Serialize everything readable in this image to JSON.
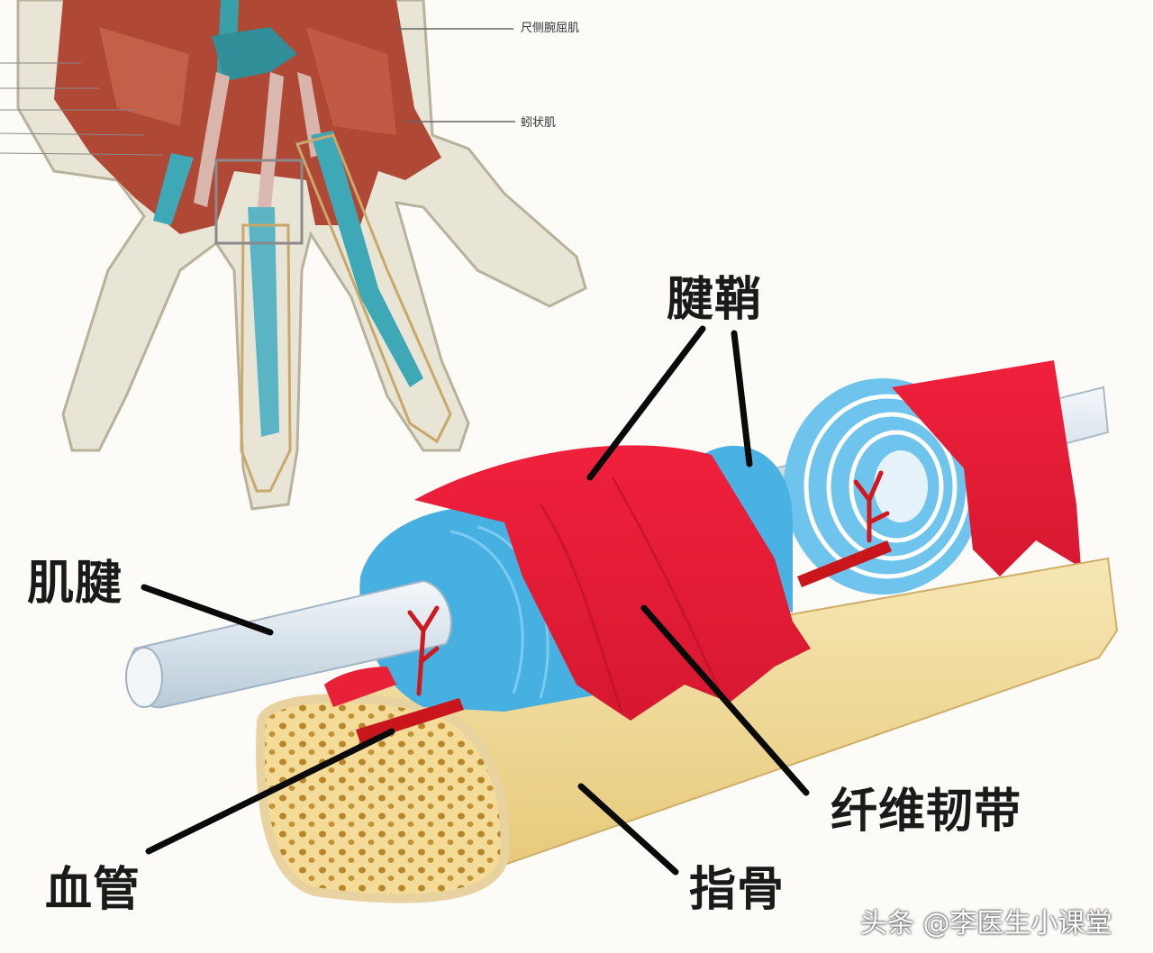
{
  "labels": {
    "tendon_sheath": "腱鞘",
    "tendon": "肌腱",
    "fibrous_ligament": "纤维韧带",
    "blood_vessel": "血管",
    "phalanx": "指骨",
    "hand_top": "尺侧腕屈肌",
    "hand_mid": "蚓状肌"
  },
  "watermark": "头条 @李医生小课堂",
  "colors": {
    "sheath_red": "#e8223c",
    "sheath_blue": "#46b0e0",
    "tendon_white": "#e8eef4",
    "bone_yellow": "#f2dc9a",
    "vessel_red": "#c8161c",
    "hand_skin": "#e6e2d4",
    "hand_muscle": "#b84a38",
    "hand_tendon_teal": "#3aa0a8"
  }
}
